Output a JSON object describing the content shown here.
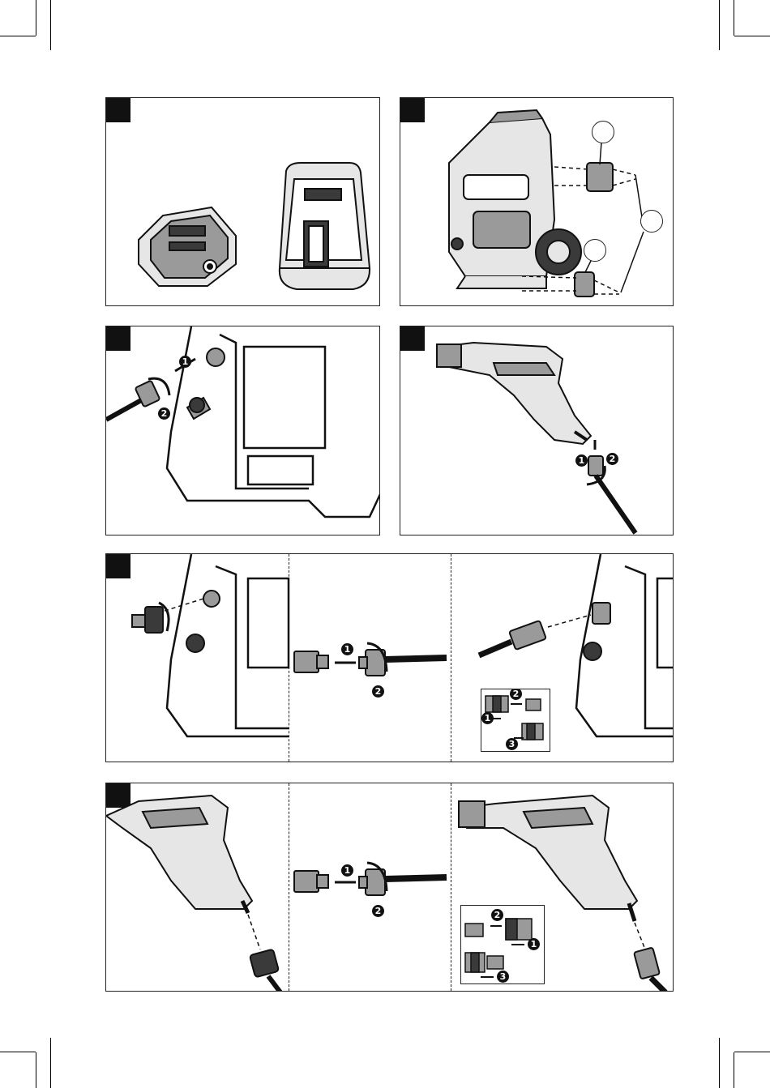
{
  "step_markers": {
    "one": "1",
    "two": "2",
    "three": "3"
  },
  "icons": {
    "battery": "battery-pack-icon",
    "charger": "charger-icon",
    "washer": "pressure-washer-icon",
    "gun": "spray-gun-icon",
    "hose": "hose-icon",
    "coupler": "quick-coupler-icon",
    "rotate": "rotate-arrow-icon"
  },
  "colors": {
    "line": "#111111",
    "fill_light": "#e6e6e6",
    "fill_mid": "#9a9a9a",
    "fill_dark": "#3a3a3a"
  }
}
